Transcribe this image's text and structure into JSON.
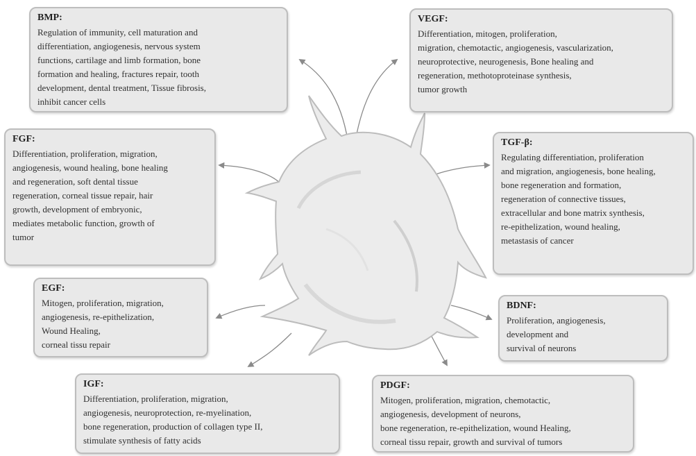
{
  "factors": {
    "bmp": {
      "name": "BMP:",
      "lines": [
        "Regulation of immunity, cell maturation and",
        "differentiation, angiogenesis, nervous system",
        "functions, cartilage and limb formation, bone",
        "formation and healing, fractures repair, tooth",
        "development, dental treatment, Tissue  fibrosis,",
        "inhibit cancer cells"
      ]
    },
    "vegf": {
      "name": "VEGF:",
      "lines": [
        "Differentiation, mitogen, proliferation,",
        "migration, chemotactic, angiogenesis, vascularization,",
        "neuroprotective, neurogenesis, Bone healing and",
        "regeneration, methotoproteinase synthesis,",
        "tumor growth"
      ]
    },
    "fgf": {
      "name": "FGF:",
      "lines": [
        "Differentiation, proliferation, migration,",
        "angiogenesis, wound healing, bone healing",
        "and regeneration, soft dental tissue",
        "regeneration, corneal tissue repair, hair",
        "growth, development of embryonic,",
        "mediates metabolic function, growth of",
        "tumor"
      ]
    },
    "tgfb": {
      "name": "TGF-β:",
      "lines": [
        "Regulating differentiation, proliferation",
        "and migration, angiogenesis, bone healing,",
        "bone regeneration and formation,",
        "regeneration of connective tissues,",
        "extracellular and bone matrix synthesis,",
        "re-epithelization, wound healing,",
        "metastasis of cancer"
      ]
    },
    "egf": {
      "name": "EGF:",
      "lines": [
        "Mitogen, proliferation, migration,",
        "angiogenesis, re-epithelization,",
        "Wound Healing,",
        "corneal tissu repair"
      ]
    },
    "bdnf": {
      "name": "BDNF:",
      "lines": [
        "Proliferation, angiogenesis,",
        "development and",
        "survival of neurons"
      ]
    },
    "igf": {
      "name": "IGF:",
      "lines": [
        "Differentiation, proliferation, migration,",
        "angiogenesis, neuroprotection, re-myelination,",
        "bone regeneration, production of collagen type II,",
        "stimulate synthesis of fatty acids"
      ]
    },
    "pdgf": {
      "name": "PDGF:",
      "lines": [
        "Mitogen, proliferation, migration, chemotactic,",
        "angiogenesis, development of neurons,",
        "bone regeneration, re-epithelization,  wound Healing,",
        "corneal tissu repair, growth and survival of tumors"
      ]
    }
  },
  "colors": {
    "box_fill": "#e9e9e9",
    "box_border": "#bdbdbd",
    "cell_fill": "#ececec",
    "cell_stroke": "#bcbcbc",
    "arrow": "#8a8a8a"
  }
}
